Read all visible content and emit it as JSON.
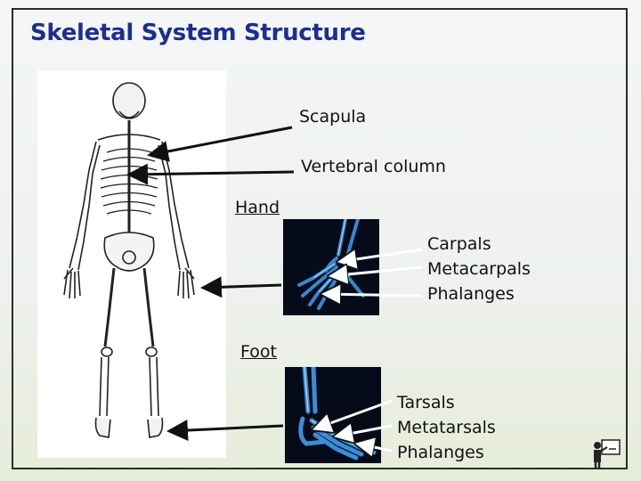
{
  "slide": {
    "title": "Skeletal System Structure",
    "labels": {
      "scapula": "Scapula",
      "vertebral_column": "Vertebral column"
    },
    "hand": {
      "heading": "Hand",
      "parts": [
        "Carpals",
        "Metacarpals",
        "Phalanges"
      ]
    },
    "foot": {
      "heading": "Foot",
      "parts": [
        "Tarsals",
        "Metatarsals",
        "Phalanges"
      ]
    }
  },
  "colors": {
    "title": "#1c2f8f",
    "xray_background": "#050b18",
    "xray_bone": "#3a8ed8"
  },
  "icons": [
    "presenter-icon"
  ]
}
